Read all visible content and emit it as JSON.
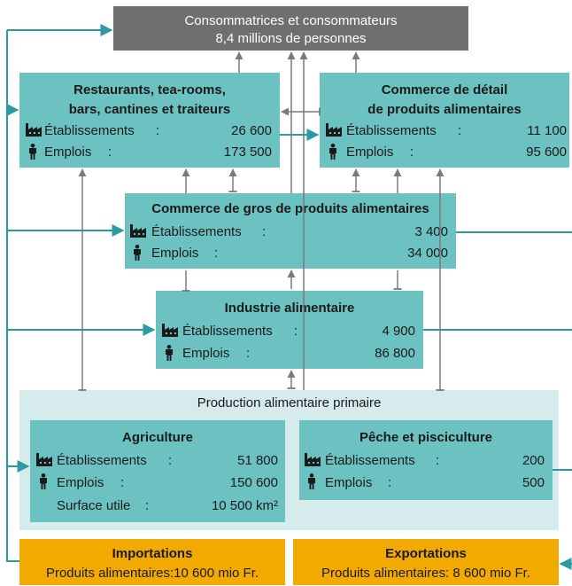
{
  "consumers": {
    "title": "Consommatrices et consommateurs",
    "subtitle": "8,4 millions de personnes"
  },
  "restaurants": {
    "title_line1": "Restaurants, tea-rooms,",
    "title_line2": "bars, cantines et traiteurs",
    "establishments_label": "Établissements",
    "establishments_value": "26 600",
    "jobs_label": "Emplois",
    "jobs_value": "173 500"
  },
  "retail": {
    "title_line1": "Commerce de détail",
    "title_line2": "de produits alimentaires",
    "establishments_label": "Établissements",
    "establishments_value": "11 100",
    "jobs_label": "Emplois",
    "jobs_value": "95 600"
  },
  "wholesale": {
    "title": "Commerce de gros de produits alimentaires",
    "establishments_label": "Établissements",
    "establishments_value": "3 400",
    "jobs_label": "Emplois",
    "jobs_value": "34 000"
  },
  "industry": {
    "title": "Industrie alimentaire",
    "establishments_label": "Établissements",
    "establishments_value": "4 900",
    "jobs_label": "Emplois",
    "jobs_value": "86 800"
  },
  "primary": {
    "title": "Production alimentaire primaire"
  },
  "agriculture": {
    "title": "Agriculture",
    "establishments_label": "Établissements",
    "establishments_value": "51 800",
    "jobs_label": "Emplois",
    "jobs_value": "150 600",
    "area_label": "Surface utile",
    "area_value": "10 500 km²"
  },
  "fishing": {
    "title": "Pêche et pisciculture",
    "establishments_label": "Établissements",
    "establishments_value": "200",
    "jobs_label": "Emplois",
    "jobs_value": "500"
  },
  "imports": {
    "title": "Importations",
    "line": "Produits alimentaires:10 600 mio Fr."
  },
  "exports": {
    "title": "Exportations",
    "line": "Produits alimentaires: 8 600 mio Fr."
  },
  "colors": {
    "teal_box": "#6cc1c1",
    "pale_box": "#d6ecec",
    "dark_box": "#6f6f6f",
    "orange_box": "#f2a900",
    "teal_arrow": "#2a9aa3",
    "grey_arrow": "#7a7a7a"
  },
  "icons": {
    "establishments": "factory-icon",
    "jobs": "person-icon"
  }
}
